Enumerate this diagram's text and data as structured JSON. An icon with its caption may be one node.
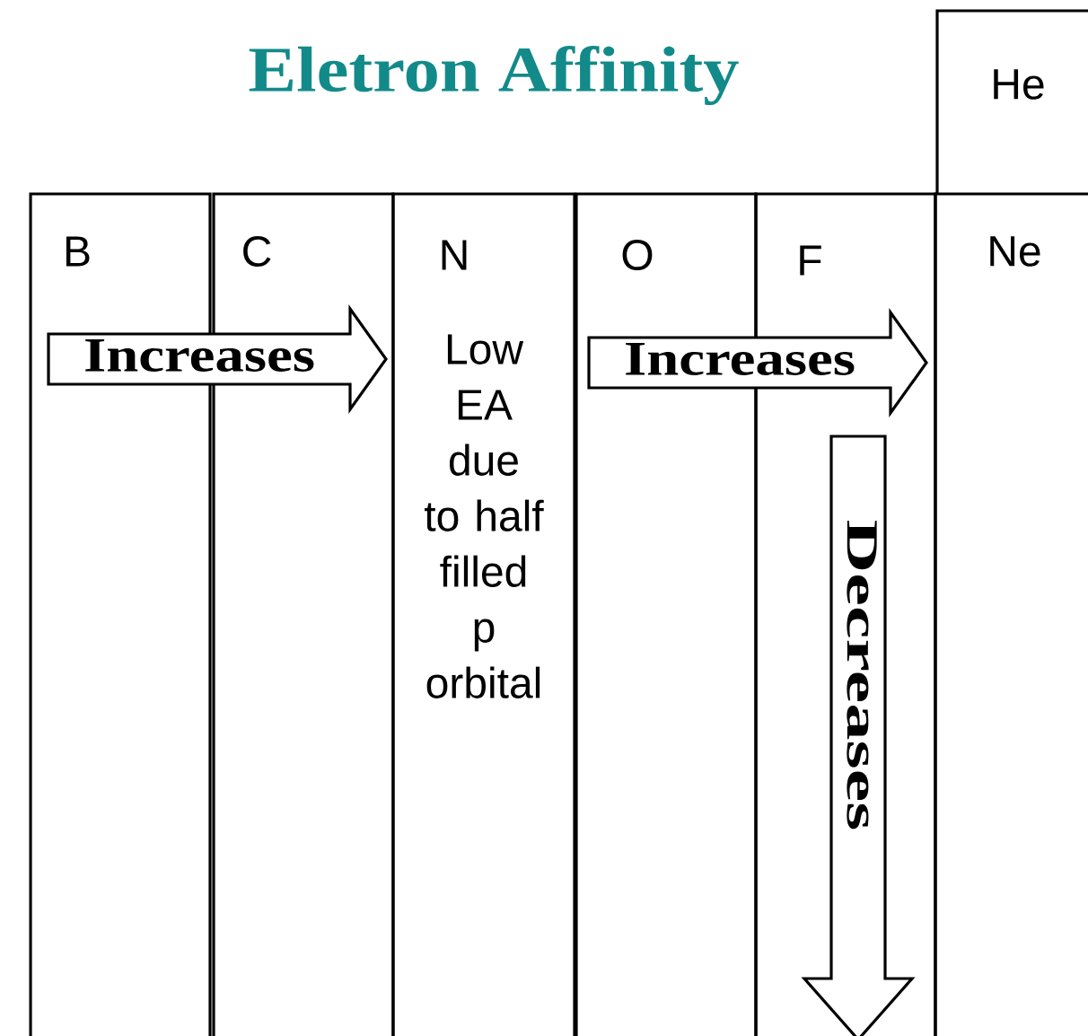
{
  "diagram": {
    "title": "Eletron Affinity",
    "nodes": [
      {
        "text": [
          "He"
        ]
      },
      {
        "text": [
          "B"
        ]
      },
      {
        "text": [
          "C"
        ]
      },
      {
        "text": [
          "N",
          "Low EA due to half filled p orbital"
        ]
      },
      {
        "text": [
          "O"
        ]
      },
      {
        "text": [
          "F"
        ]
      },
      {
        "text": [
          "Ne"
        ]
      }
    ],
    "labels": [
      "Increases",
      "Increases",
      "Decreases"
    ]
  }
}
